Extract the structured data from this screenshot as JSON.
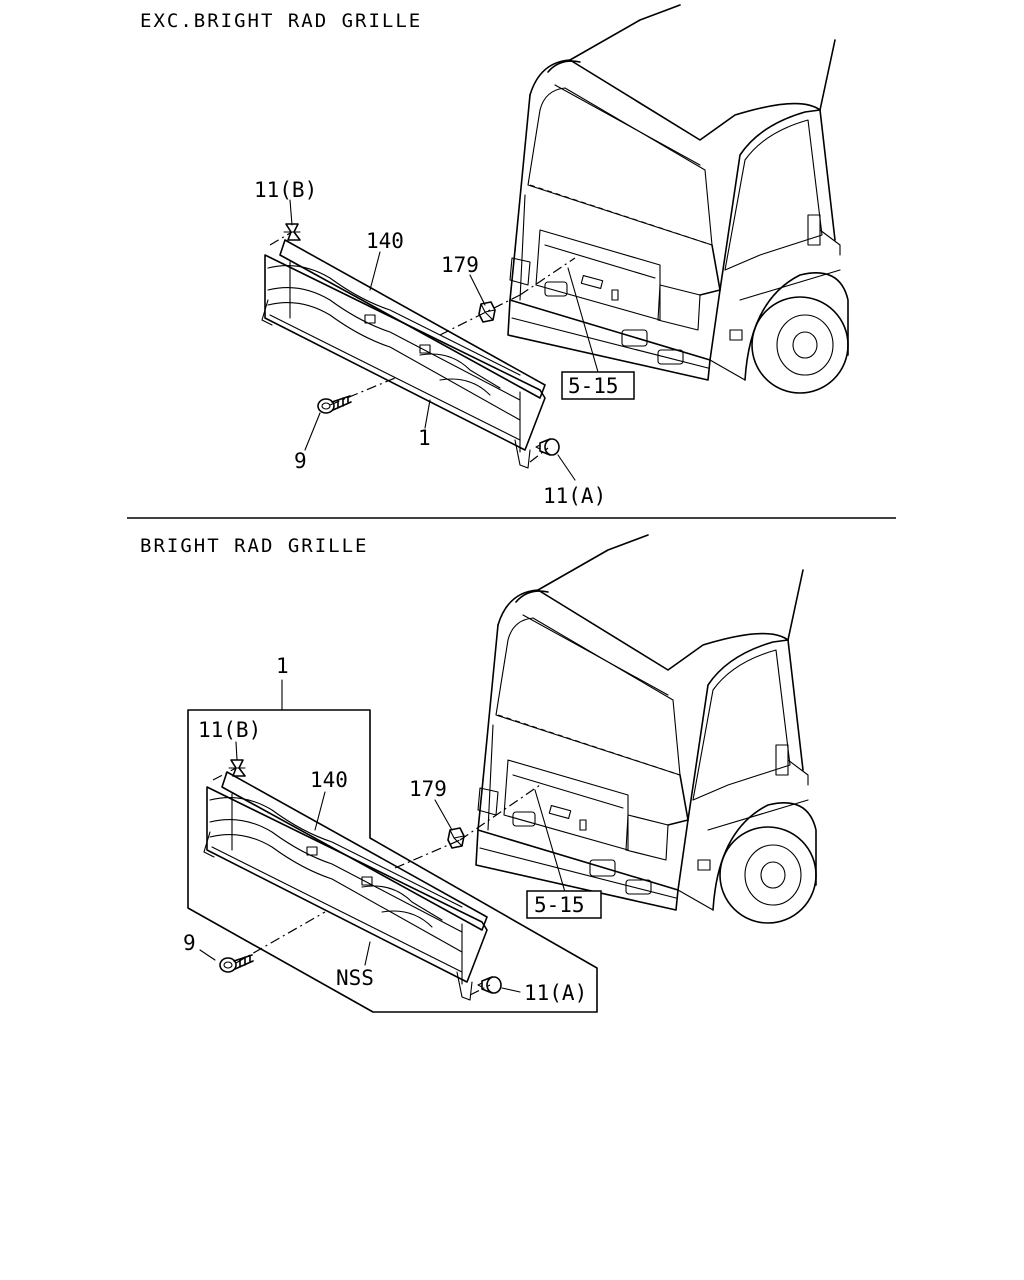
{
  "upper": {
    "title": "EXC.BRIGHT RAD GRILLE",
    "labels": {
      "clip_b": "11(B)",
      "molding": "140",
      "nut": "179",
      "ref": "5-15",
      "screw": "9",
      "grille": "1",
      "clip_a": "11(A)"
    }
  },
  "lower": {
    "title": "BRIGHT RAD GRILLE",
    "labels": {
      "assy": "1",
      "clip_b": "11(B)",
      "molding": "140",
      "nut": "179",
      "ref": "5-15",
      "screw": "9",
      "nss": "NSS",
      "clip_a": "11(A)"
    }
  }
}
